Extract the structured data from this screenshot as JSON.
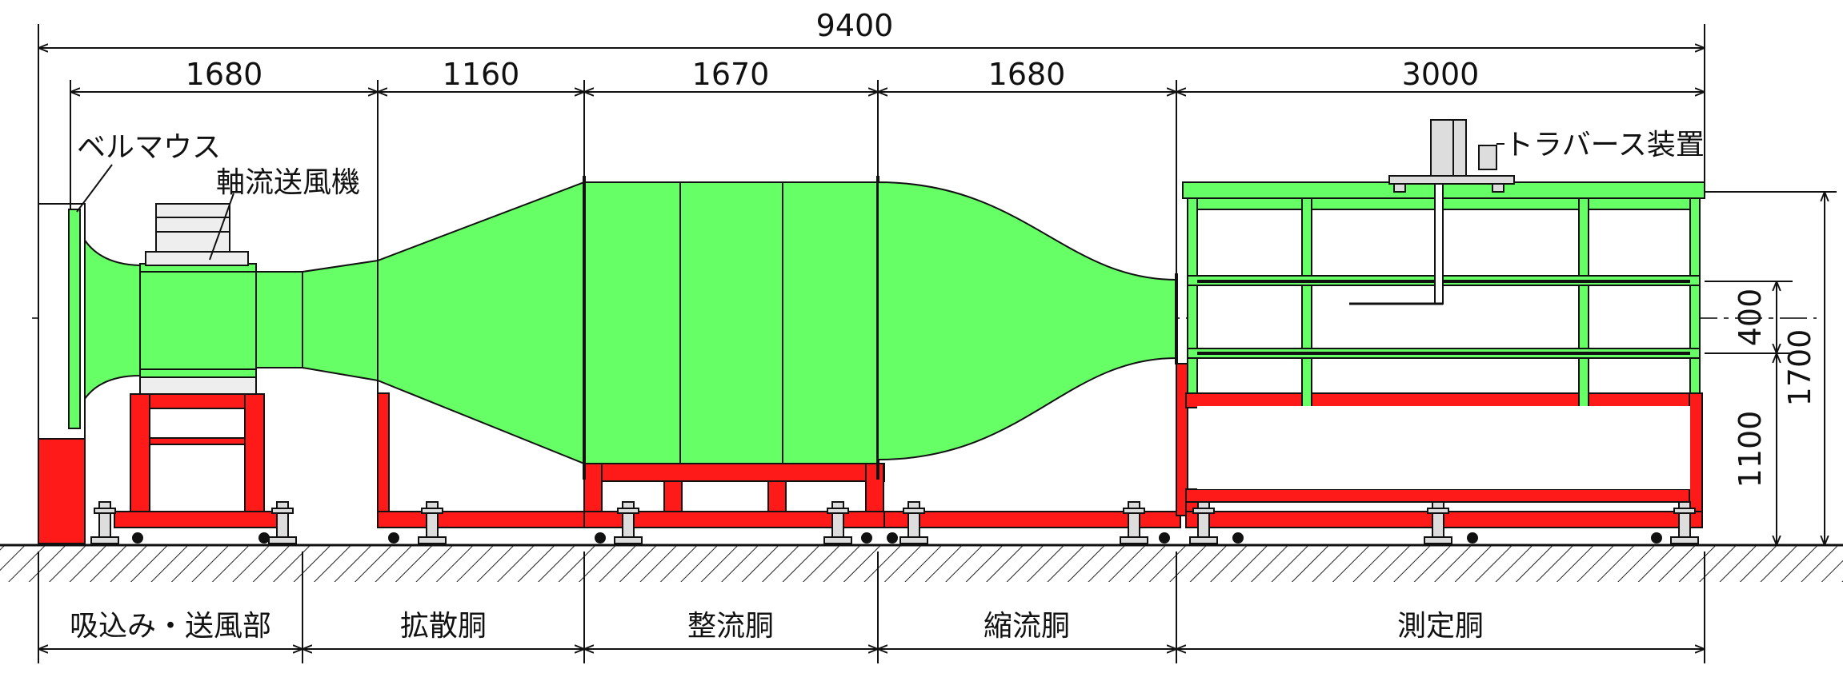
{
  "dimensions": {
    "total": "9400",
    "segments": [
      "1680",
      "1160",
      "1670",
      "1680",
      "3000"
    ],
    "vertical_total": "1700",
    "vertical_center": "400",
    "vertical_lower": "1100"
  },
  "labels": {
    "bellmouth": "ベルマウス",
    "axial_fan": "軸流送風機",
    "traverse": "トラバース装置"
  },
  "sections": [
    "吸込み・送風部",
    "拡散胴",
    "整流胴",
    "縮流胴",
    "測定胴"
  ],
  "colors": {
    "body_green": "#66ff66",
    "frame_red": "#ff1a1a",
    "line": "#111111"
  }
}
